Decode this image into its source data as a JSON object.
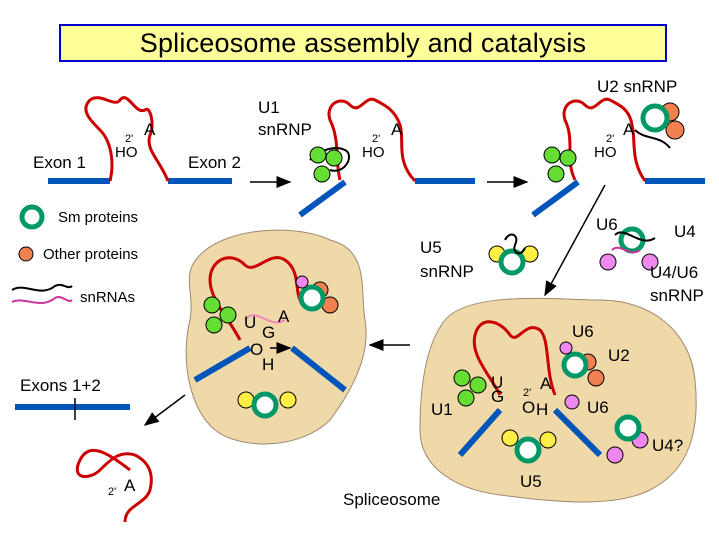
{
  "title": "Spliceosome assembly and catalysis",
  "colors": {
    "title_bg": "#ffff99",
    "title_border": "#0000cc",
    "rna": "#cc0000",
    "exon": "#0055bb",
    "snrna": "#000000",
    "snrna_alt": "#cc3399",
    "sm_ring": "#009966",
    "sm_protein": "#66dd33",
    "other_protein": "#f08050",
    "yellow_protein": "#ffee44",
    "pink_protein": "#ee88ee",
    "spliceosome_bg": "#efd9a8"
  },
  "labels": {
    "exon1": "Exon 1",
    "exon2": "Exon 2",
    "u1_snrnp": [
      "U1",
      "snRNP"
    ],
    "u2_snrnp": "U2 snRNP",
    "u5_snrnp": [
      "U5",
      "snRNP"
    ],
    "u6": "U6",
    "u4": "U4",
    "u4u6_snrnp": [
      "U4/U6",
      "snRNP"
    ],
    "exons12": "Exons 1+2",
    "spliceosome": "Spliceosome",
    "u1": "U1",
    "u2": "U2",
    "u5": "U5",
    "u4q": "U4?",
    "ho": "HO",
    "two_prime": "2'",
    "a": "A",
    "u": "U",
    "g": "G",
    "o": "O",
    "h": "H"
  },
  "legend": {
    "sm": "Sm proteins",
    "other": "Other proteins",
    "snrnas": "snRNAs"
  }
}
